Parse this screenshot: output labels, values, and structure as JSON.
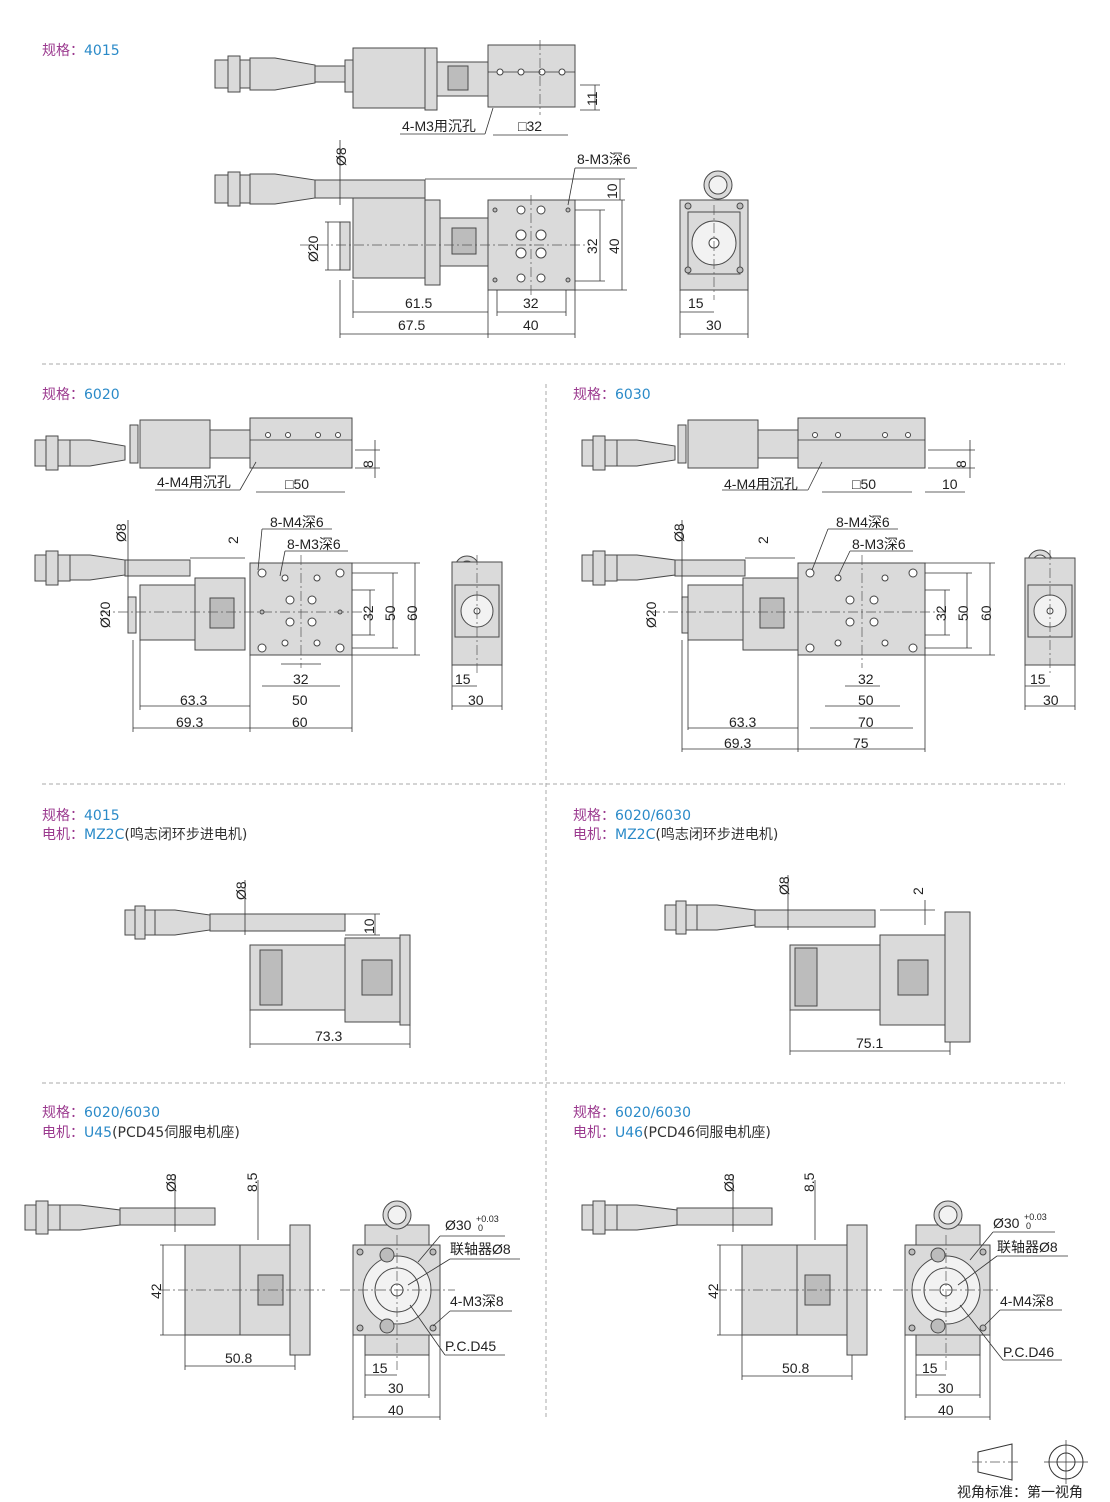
{
  "labels": {
    "spec": "规格：",
    "motor": "电机："
  },
  "colors": {
    "label": "#9b3a8f",
    "value": "#2a8ac8"
  },
  "s1": {
    "spec": "4015",
    "dims": [
      "4-M3用沉孔",
      "□32",
      "11",
      "Ø8",
      "8-M3深6",
      "10",
      "32",
      "40",
      "Ø20",
      "61.5",
      "32",
      "67.5",
      "40",
      "15",
      "30"
    ]
  },
  "s2": {
    "spec": "6020",
    "dims": [
      "4-M4用沉孔",
      "□50",
      "8",
      "Ø8",
      "2",
      "8-M4深6",
      "8-M3深6",
      "32",
      "50",
      "60",
      "Ø20",
      "32",
      "50",
      "63.3",
      "69.3",
      "60",
      "15",
      "30"
    ]
  },
  "s3": {
    "spec": "6030",
    "dims": [
      "4-M4用沉孔",
      "□50",
      "10",
      "8",
      "Ø8",
      "2",
      "8-M4深6",
      "8-M3深6",
      "32",
      "50",
      "60",
      "Ø20",
      "32",
      "50",
      "70",
      "63.3",
      "69.3",
      "75",
      "15",
      "30"
    ]
  },
  "s4": {
    "spec": "4015",
    "motor_model": "MZ2C",
    "motor_desc": "(鸣志闭环步进电机)",
    "dims": [
      "Ø8",
      "10",
      "73.3"
    ]
  },
  "s5": {
    "spec": "6020/6030",
    "motor_model": "MZ2C",
    "motor_desc": "(鸣志闭环步进电机)",
    "dims": [
      "Ø8",
      "2",
      "75.1"
    ]
  },
  "s6": {
    "spec": "6020/6030",
    "motor_model": "U45",
    "motor_desc": "(PCD45伺服电机座)",
    "dims": [
      "Ø8",
      "8.5",
      "42",
      "50.8",
      "Ø30",
      "+0.03",
      "0",
      "联轴器Ø8",
      "4-M3深8",
      "P.C.D45",
      "15",
      "30",
      "40"
    ]
  },
  "s7": {
    "spec": "6020/6030",
    "motor_model": "U46",
    "motor_desc": "(PCD46伺服电机座)",
    "dims": [
      "Ø8",
      "8.5",
      "42",
      "50.8",
      "Ø30",
      "+0.03",
      "0",
      "联轴器Ø8",
      "4-M4深8",
      "P.C.D46",
      "15",
      "30",
      "40"
    ]
  },
  "legend": {
    "text": "视角标准：第一视角"
  }
}
